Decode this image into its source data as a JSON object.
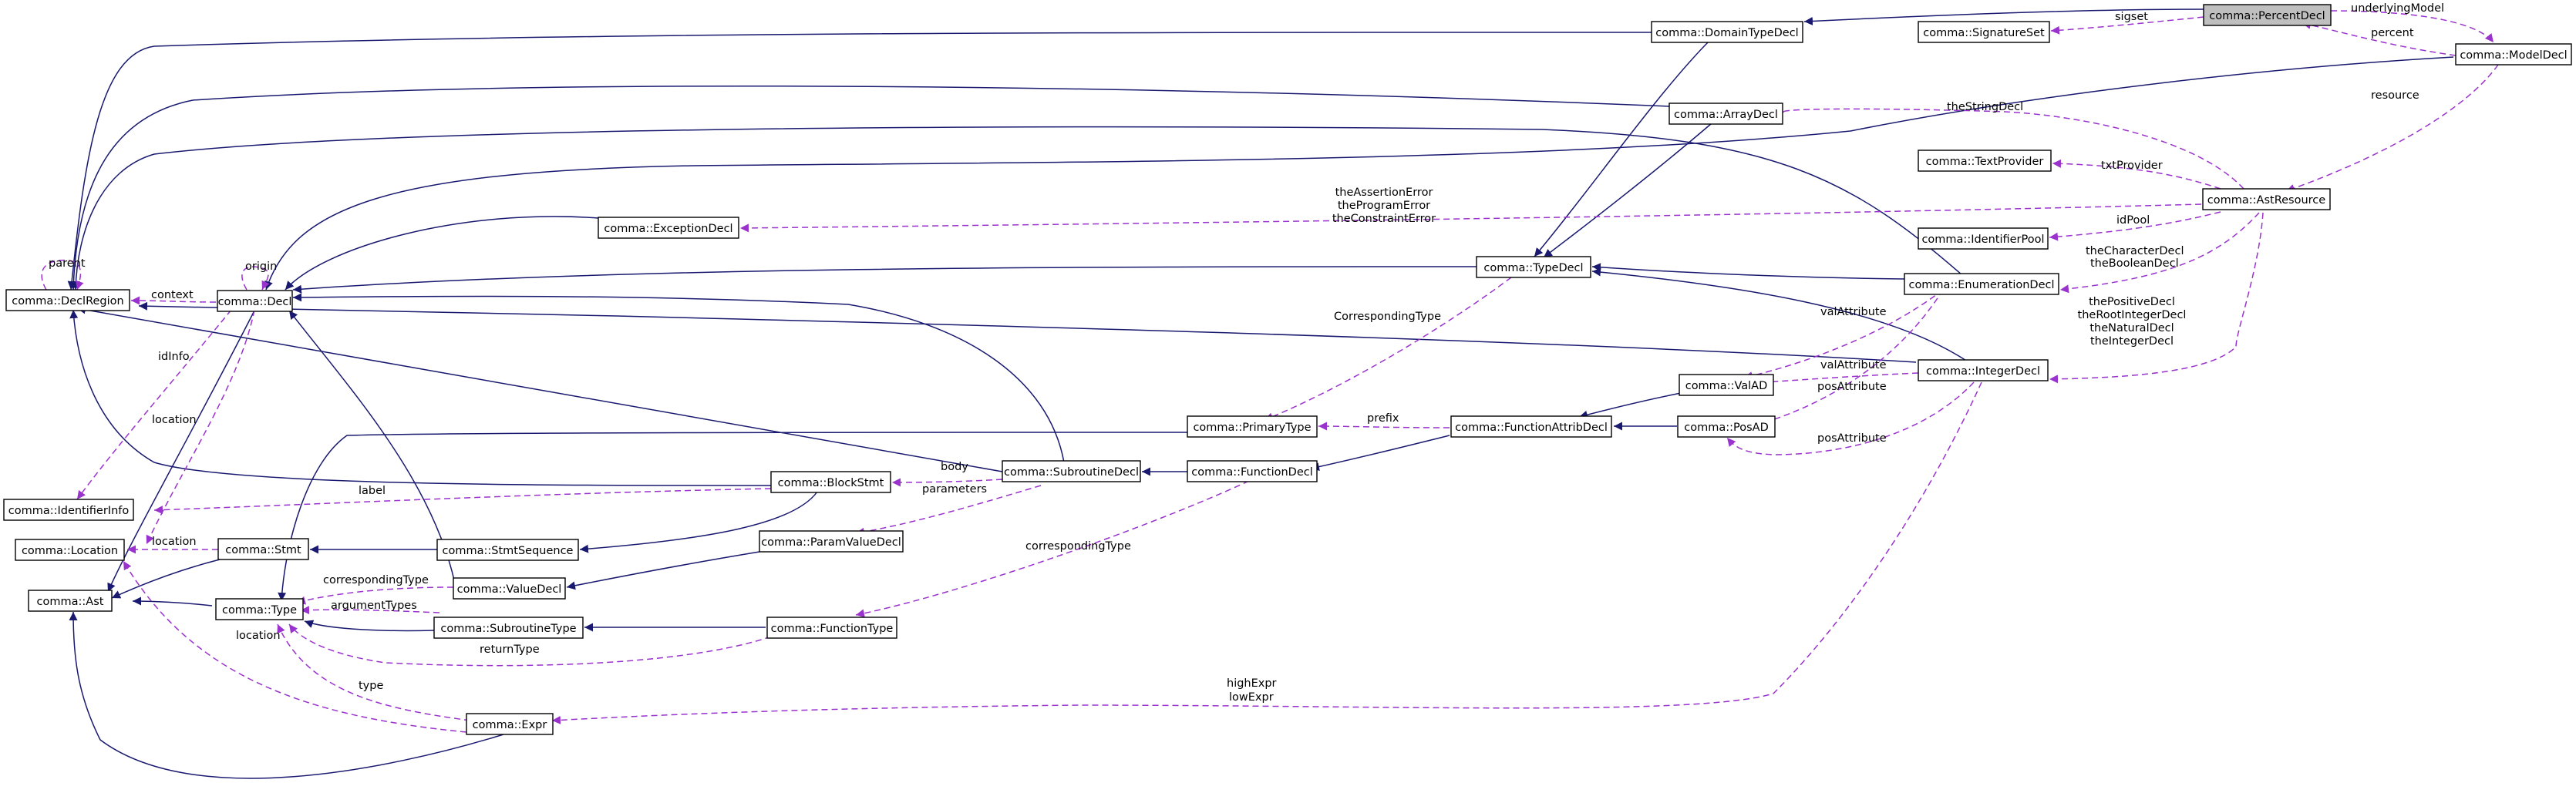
{
  "diagram": {
    "colors": {
      "inheritance": "#191970",
      "usage": "#9a32cd",
      "highlight": "#bfbfbf"
    },
    "nodes": {
      "PercentDecl": "comma::PercentDecl",
      "ModelDecl": "comma::ModelDecl",
      "DomainTypeDecl": "comma::DomainTypeDecl",
      "SignatureSet": "comma::SignatureSet",
      "ArrayDecl": "comma::ArrayDecl",
      "TextProvider": "comma::TextProvider",
      "AstResource": "comma::AstResource",
      "IdentifierPool": "comma::IdentifierPool",
      "ExceptionDecl": "comma::ExceptionDecl",
      "TypeDecl": "comma::TypeDecl",
      "EnumerationDecl": "comma::EnumerationDecl",
      "DeclRegion": "comma::DeclRegion",
      "Decl": "comma::Decl",
      "IntegerDecl": "comma::IntegerDecl",
      "ValAD": "comma::ValAD",
      "PrimaryType": "comma::PrimaryType",
      "FunctionAttribDecl": "comma::FunctionAttribDecl",
      "PosAD": "comma::PosAD",
      "BlockStmt": "comma::BlockStmt",
      "SubroutineDecl": "comma::SubroutineDecl",
      "FunctionDecl": "comma::FunctionDecl",
      "IdentifierInfo": "comma::IdentifierInfo",
      "Location": "comma::Location",
      "Stmt": "comma::Stmt",
      "StmtSequence": "comma::StmtSequence",
      "ParamValueDecl": "comma::ParamValueDecl",
      "Ast": "comma::Ast",
      "ValueDecl": "comma::ValueDecl",
      "Type": "comma::Type",
      "SubroutineType": "comma::SubroutineType",
      "FunctionType": "comma::FunctionType",
      "Expr": "comma::Expr"
    },
    "edge_labels": {
      "underlyingModel": "underlyingModel",
      "percent": "percent",
      "sigset": "sigset",
      "resource": "resource",
      "theStringDecl": "theStringDecl",
      "txtProvider": "txtProvider",
      "exceptions": [
        "theAssertionError",
        "theProgramError",
        "theConstraintError"
      ],
      "idPool": "idPool",
      "boolChar": [
        "theCharacterDecl",
        "theBooleanDecl"
      ],
      "integers": [
        "thePositiveDecl",
        "theRootIntegerDecl",
        "theNaturalDecl",
        "theIntegerDecl"
      ],
      "parent": "parent",
      "origin": "origin",
      "context": "context",
      "correspondingTypeUpper": "CorrespondingType",
      "valAttribute1": "valAttribute",
      "valAttribute2": "valAttribute",
      "posAttribute1": "posAttribute",
      "posAttribute2": "posAttribute",
      "idInfo": "idInfo",
      "prefix": "prefix",
      "locationDecl": "location",
      "body": "body",
      "label": "label",
      "parameters": "parameters",
      "correspondingTypeFn": "correspondingType",
      "locationStmt": "location",
      "correspondingTypeVal": "correspondingType",
      "argumentTypes": "argumentTypes",
      "returnType": "returnType",
      "locationExpr": "location",
      "type": "type",
      "expr": [
        "highExpr",
        "lowExpr"
      ]
    }
  }
}
